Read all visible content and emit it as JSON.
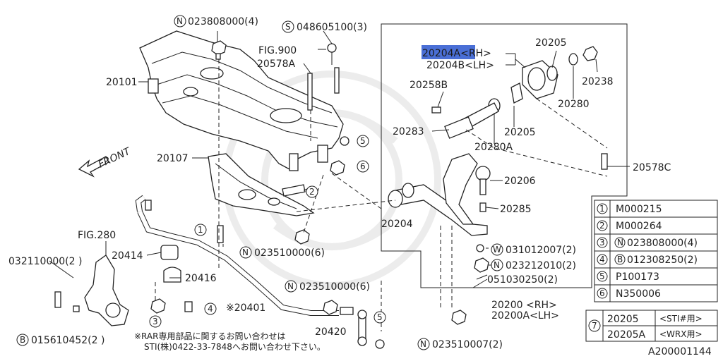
{
  "diagram": {
    "callouts": {
      "p023808000": "023808000(4)",
      "p048605100": "048605100(3)",
      "fig900": "FIG.900",
      "p20578A": "20578A",
      "p20101": "20101",
      "p20107": "20107",
      "front": "FRONT",
      "fig280": "FIG.280",
      "p032110000": "032110000(2 )",
      "p20414": "20414",
      "p20416": "20416",
      "p20401": "※20401",
      "p015610452": "015610452(2 )",
      "p023510000a": "023510000(6)",
      "p023510000b": "023510000(6)",
      "p20420": "20420",
      "p023510007": "023510007(2)",
      "p20204": "20204",
      "p20204A": "20204A<RH>",
      "p20204B": "20204B<LH>",
      "p20205a": "20205",
      "p20238": "20238",
      "p20280": "20280",
      "p20258B": "20258B",
      "p20283": "20283",
      "p20205b": "20205",
      "p20280A": "20280A",
      "p20578C": "20578C",
      "p20206": "20206",
      "p20285": "20285",
      "p031012007": "031012007(2)",
      "p023212010": "023212010(2)",
      "p051030250": "051030250(2)",
      "p20200": "20200 <RH>",
      "p20200A": "20200A<LH>",
      "note1": "※RAR専用部品に関するお問い合わせは",
      "note2": "STI(株)0422-33-7848へお問い合わせ下さい。",
      "diagram_id": "A200001144"
    },
    "prefix_letters": {
      "N": "N",
      "S": "S",
      "B": "B",
      "W": "W"
    },
    "ref_markers": [
      "1",
      "2",
      "3",
      "4",
      "5",
      "6",
      "6",
      "3",
      "4",
      "5"
    ],
    "legend": [
      {
        "num": "1",
        "code": "M000215"
      },
      {
        "num": "2",
        "code": "M000264"
      },
      {
        "num": "3",
        "prefix": "N",
        "code": "023808000(4)"
      },
      {
        "num": "4",
        "prefix": "B",
        "code": "012308250(2)"
      },
      {
        "num": "5",
        "code": "P100173"
      },
      {
        "num": "6",
        "code": "N350006"
      }
    ],
    "legend7": {
      "num": "7",
      "rows": [
        {
          "part": "20205",
          "note": "<STI#用>"
        },
        {
          "part": "20205A",
          "note": "<WRX用>"
        }
      ]
    }
  }
}
